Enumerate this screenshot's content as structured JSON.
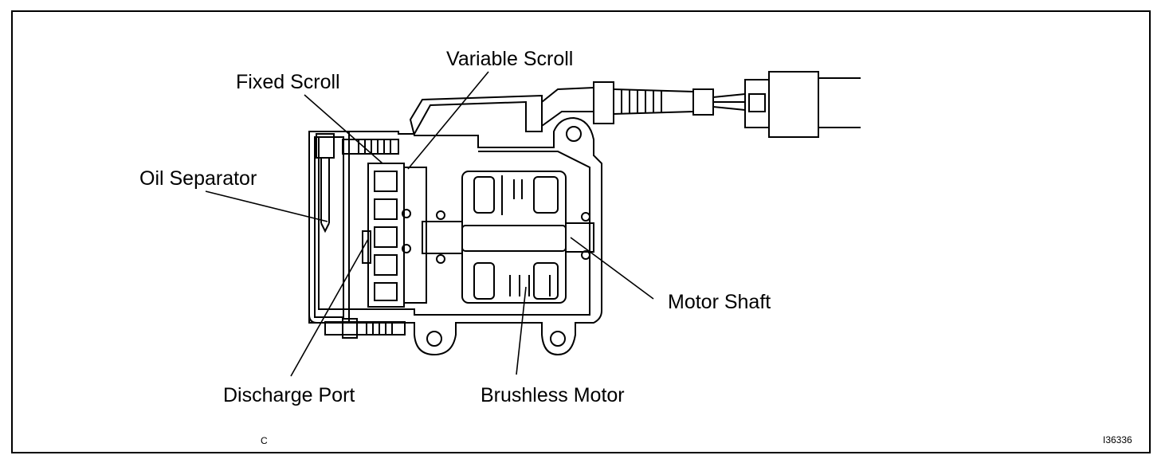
{
  "labels": {
    "variable_scroll": "Variable Scroll",
    "fixed_scroll": "Fixed Scroll",
    "oil_separator": "Oil Separator",
    "motor_shaft": "Motor Shaft",
    "discharge_port": "Discharge Port",
    "brushless_motor": "Brushless Motor"
  },
  "footer": {
    "left_mark": "C",
    "figure_id": "I36336"
  },
  "colors": {
    "line": "#000000",
    "background": "#ffffff"
  }
}
